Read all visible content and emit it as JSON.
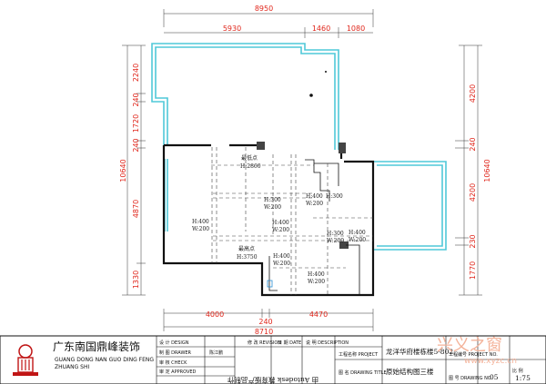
{
  "dimensions": {
    "top_total": "8950",
    "top_segments": [
      "5930",
      "1460",
      "1080"
    ],
    "bottom_total": "8710",
    "bottom_segments": [
      "4000",
      "4470"
    ],
    "bottom_gap": "240",
    "left_segments": [
      "2240",
      "240",
      "1720",
      "240",
      "4870",
      "1330"
    ],
    "left_total": "10640",
    "right_segments": [
      "4200",
      "240",
      "4200",
      "230",
      "1770"
    ],
    "right_total": "10640"
  },
  "rooms": {
    "lowest_point_label": "最低点",
    "lowest_point_height": "H:2860",
    "highest_point_label": "最高点",
    "highest_point_height": "H:3750",
    "beams": [
      {
        "h": "H:400",
        "w": "W:200"
      },
      {
        "h": "H:300",
        "w": "W:200"
      },
      {
        "h": "H:400",
        "w": "W:200"
      },
      {
        "h": "H:400",
        "w": "W:200"
      },
      {
        "h": "H:300",
        "w": "W:200"
      },
      {
        "h": "H:400",
        "w": "W:200"
      },
      {
        "h": "H:400",
        "w": "W:200"
      },
      {
        "h": "H:400",
        "w": "W:200"
      },
      {
        "h": "H:300",
        "w": "W:200"
      }
    ]
  },
  "title_block": {
    "company_cn": "广东南国鼎峰装饰",
    "company_en_1": "GUANG DONG NAN GUO DING FENG",
    "company_en_2": "ZHUANG SHI",
    "design_label": "设 计 DESIGN",
    "drawer_label": "制 图 DRAWER",
    "drawer_name": "陈江鹏",
    "check_label": "审 核 CHECK",
    "approved_label": "审 定 APPROVED",
    "revision_label": "修 改 REVISION",
    "date_label": "日 期 DATE",
    "description_label": "说 明 DESCRIPTION",
    "project_label": "工程名称 PROJECT",
    "drawing_title_label": "图 名 DRAWING TITLE",
    "project_name": "龙洋华府楼栋楼5-802",
    "drawing_title": "原始结构图三楼",
    "project_no_label": "工程编号 PROJECT NO.",
    "drawing_no_label": "图 号 DRAWING NO.",
    "drawing_no": "05",
    "scale_label": "比 例",
    "scale": "1:75",
    "stamp": "由 Autodesk 教育版产品制作",
    "watermark": "兴义之窗",
    "watermark_url": "www.xyzc.cn"
  }
}
